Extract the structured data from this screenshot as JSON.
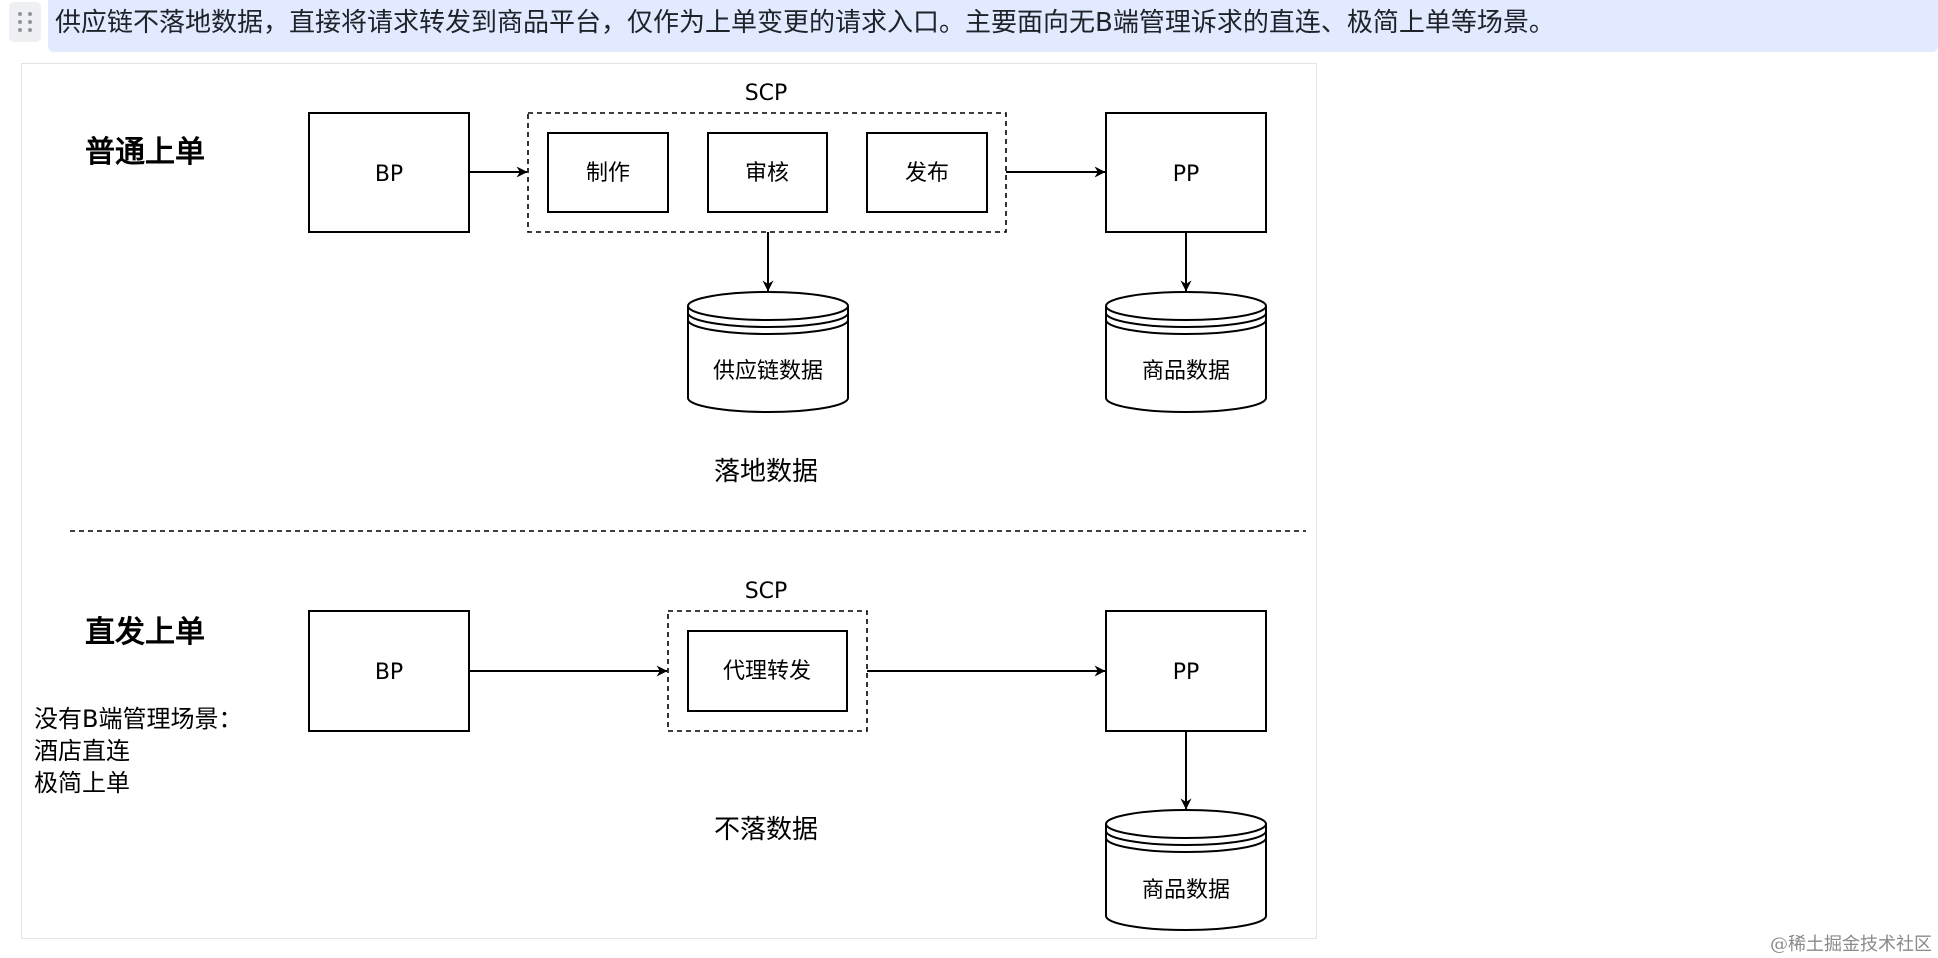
{
  "note": {
    "text": "供应链不落地数据，直接将请求转发到商品平台，仅作为上单变更的请求入口。主要面向无B端管理诉求的直连、极简上单等场景。"
  },
  "diagram": {
    "section1": {
      "title": "普通上单",
      "bp": "BP",
      "scp_label": "SCP",
      "steps": [
        "制作",
        "审核",
        "发布"
      ],
      "pp": "PP",
      "db_supply": "供应链数据",
      "db_goods": "商品数据",
      "caption": "落地数据"
    },
    "section2": {
      "title": "直发上单",
      "note_lines": [
        "没有B端管理场景：",
        "酒店直连",
        "极简上单"
      ],
      "bp": "BP",
      "scp_label": "SCP",
      "proxy": "代理转发",
      "pp": "PP",
      "db_goods": "商品数据",
      "caption": "不落数据"
    }
  },
  "footer": {
    "watermark": "@稀土掘金技术社区"
  }
}
